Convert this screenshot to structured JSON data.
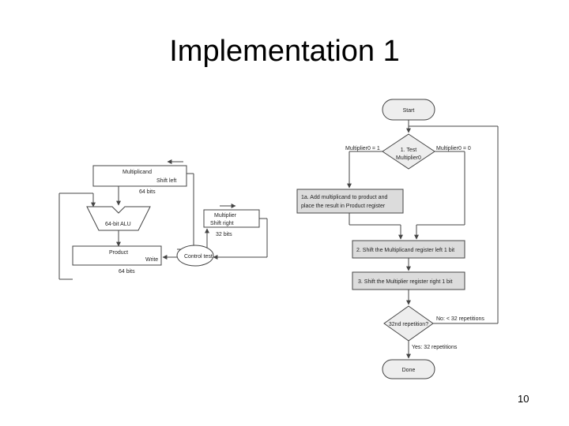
{
  "slide": {
    "title": "Implementation 1",
    "page_number": "10"
  },
  "datapath": {
    "multiplicand_label": "Multiplicand",
    "multiplicand_shift": "Shift left",
    "width_64_top": "64 bits",
    "alu_label": "64-bit ALU",
    "multiplier_label": "Multiplier",
    "multiplier_shift": "Shift right",
    "width_32": "32 bits",
    "product_label": "Product",
    "product_write": "Write",
    "width_64_bottom": "64 bits",
    "control_label": "Control test"
  },
  "flowchart": {
    "start": "Start",
    "test_line1": "1. Test",
    "test_line2": "Multiplier0",
    "branch_left": "Multiplier0 = 1",
    "branch_right": "Multiplier0 = 0",
    "step1a_line1": "1a. Add multiplicand to product and",
    "step1a_line2": "place the result in Product register",
    "step2": "2. Shift the Multiplicand register left 1 bit",
    "step3": "3. Shift the Multiplier register right 1 bit",
    "decision": "32nd repetition?",
    "no_label": "No: < 32 repetitions",
    "yes_label": "Yes: 32 repetitions",
    "done": "Done"
  },
  "colors": {
    "box_fill": "#dcdcdc",
    "node_fill": "#eeeeee",
    "line": "#444444"
  }
}
